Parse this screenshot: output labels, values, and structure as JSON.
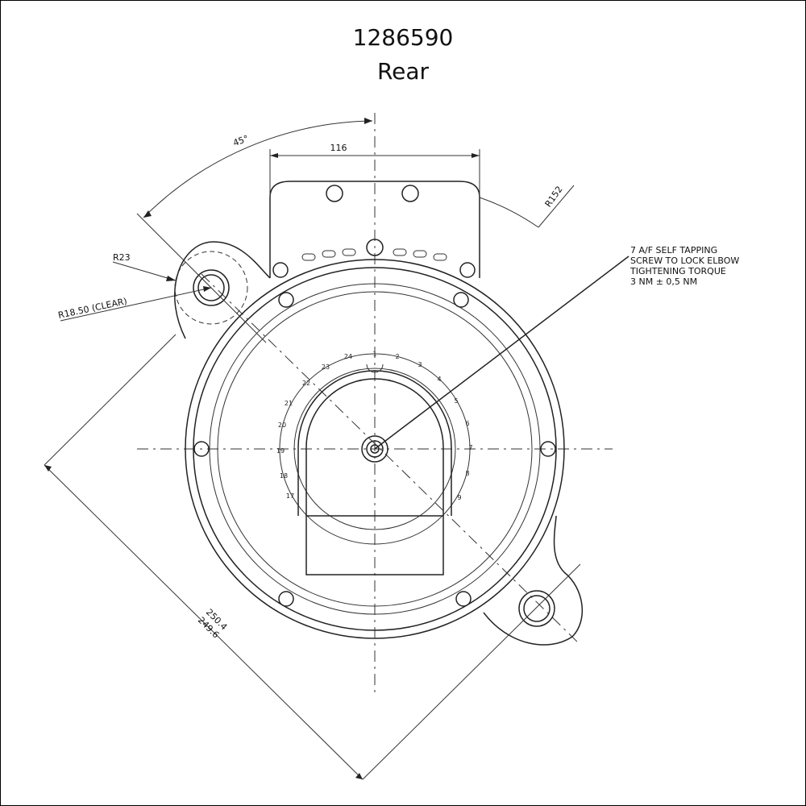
{
  "title": "1286590",
  "subtitle": "Rear",
  "dimensions": {
    "angle": "45°",
    "width": "116",
    "radius_outer": "R152",
    "radius_boss": "R23",
    "radius_clear": "R18.50 (CLEAR)",
    "diag_max": "250.4",
    "diag_min": "249.6"
  },
  "note": {
    "line1": "7 A/F SELF TAPPING",
    "line2": "SCREW TO LOCK ELBOW",
    "line3": "TIGHTENING TORQUE",
    "line4": "3 NM  ± 0,5 NM"
  },
  "dial_numbers": [
    "1",
    "2",
    "3",
    "4",
    "5",
    "6",
    "7",
    "8",
    "9",
    "17",
    "18",
    "19",
    "20",
    "21",
    "22",
    "23",
    "24"
  ]
}
